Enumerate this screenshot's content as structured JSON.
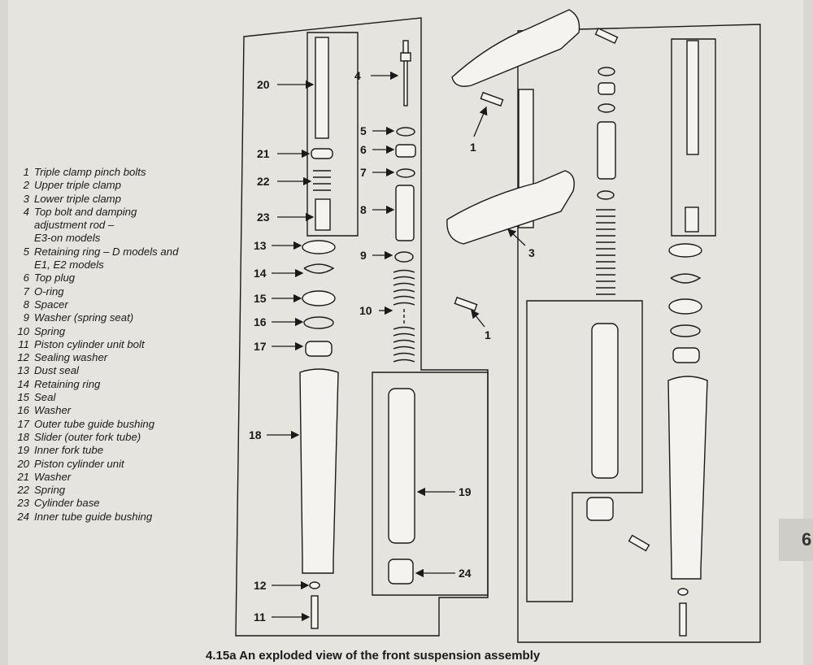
{
  "legend": [
    {
      "num": "1",
      "text": "Triple clamp pinch bolts"
    },
    {
      "num": "2",
      "text": "Upper triple clamp"
    },
    {
      "num": "3",
      "text": "Lower triple clamp"
    },
    {
      "num": "4",
      "text": "Top bolt and damping\nadjustment  rod –\nE3-on models"
    },
    {
      "num": "5",
      "text": "Retaining ring – D models and\nE1, E2 models"
    },
    {
      "num": "6",
      "text": "Top plug"
    },
    {
      "num": "7",
      "text": "O-ring"
    },
    {
      "num": "8",
      "text": "Spacer"
    },
    {
      "num": "9",
      "text": "Washer (spring seat)"
    },
    {
      "num": "10",
      "text": "Spring"
    },
    {
      "num": "11",
      "text": "Piston cylinder unit bolt"
    },
    {
      "num": "12",
      "text": "Sealing washer"
    },
    {
      "num": "13",
      "text": "Dust seal"
    },
    {
      "num": "14",
      "text": "Retaining ring"
    },
    {
      "num": "15",
      "text": "Seal"
    },
    {
      "num": "16",
      "text": "Washer"
    },
    {
      "num": "17",
      "text": "Outer tube guide bushing"
    },
    {
      "num": "18",
      "text": "Slider (outer fork tube)"
    },
    {
      "num": "19",
      "text": "Inner fork tube"
    },
    {
      "num": "20",
      "text": "Piston cylinder unit"
    },
    {
      "num": "21",
      "text": "Washer"
    },
    {
      "num": "22",
      "text": "Spring"
    },
    {
      "num": "23",
      "text": "Cylinder base"
    },
    {
      "num": "24",
      "text": "Inner tube guide bushing"
    }
  ],
  "callouts": {
    "c1a": "1",
    "c1b": "1",
    "c3": "3",
    "c4": "4",
    "c5": "5",
    "c6": "6",
    "c7": "7",
    "c8": "8",
    "c9": "9",
    "c10": "10",
    "c11": "11",
    "c12": "12",
    "c13": "13",
    "c14": "14",
    "c15": "15",
    "c16": "16",
    "c17": "17",
    "c18": "18",
    "c19": "19",
    "c20": "20",
    "c21": "21",
    "c22": "22",
    "c23": "23",
    "c24": "24"
  },
  "caption": "4.15a  An exploded view of the front suspension assembly",
  "page_tab": "6",
  "colors": {
    "paper": "#e6e4df",
    "ink": "#1a1a1a",
    "part_fill": "#f4f3ef",
    "shade": "#9a9893"
  }
}
